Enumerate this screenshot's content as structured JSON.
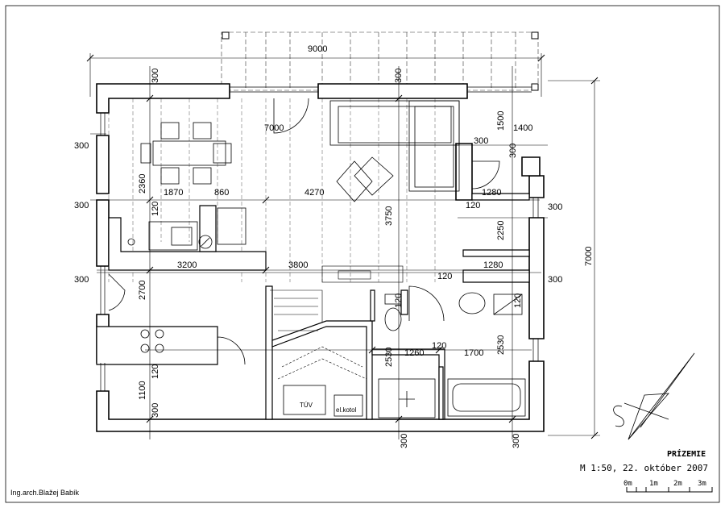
{
  "dimensions": {
    "width_total": "9000",
    "height_total": "7000",
    "d_300_left_a": "300",
    "d_300_left_b": "300",
    "d_300_left_c": "300",
    "d_300_top_a": "300",
    "d_300_top_b": "300",
    "d_300_right_a": "300",
    "d_300_right_b": "300",
    "d_300_right_c": "300",
    "d_300_right_d": "300",
    "d_300_bottom_a": "300",
    "d_300_bottom_b": "300",
    "d_300_bottom_c": "300",
    "d_7000": "7000",
    "d_1500": "1500",
    "d_1400": "1400",
    "d_2360": "2360",
    "d_1870": "1870",
    "d_860": "860",
    "d_4270": "4270",
    "d_3750": "3750",
    "d_1280_a": "1280",
    "d_1280_b": "1280",
    "d_120_a": "120",
    "d_120_b": "120",
    "d_120_c": "120",
    "d_120_d": "120",
    "d_120_e": "120",
    "d_120_f": "120",
    "d_120_g": "120",
    "d_2250": "2250",
    "d_3200": "3200",
    "d_3800": "3800",
    "d_2700": "2700",
    "d_2530_a": "2530",
    "d_2530_b": "2530",
    "d_1260": "1260",
    "d_1700": "1700",
    "d_1100": "1100"
  },
  "labels": {
    "tuv": "TÚV",
    "kotol": "el.kotol",
    "plan_title": "PRÍZEMIE",
    "scale_date": "M 1:50, 22. október 2007",
    "author": "Ing.arch.Blažej Babík"
  },
  "scale_bar": [
    "0m",
    "1m",
    "2m",
    "3m"
  ]
}
